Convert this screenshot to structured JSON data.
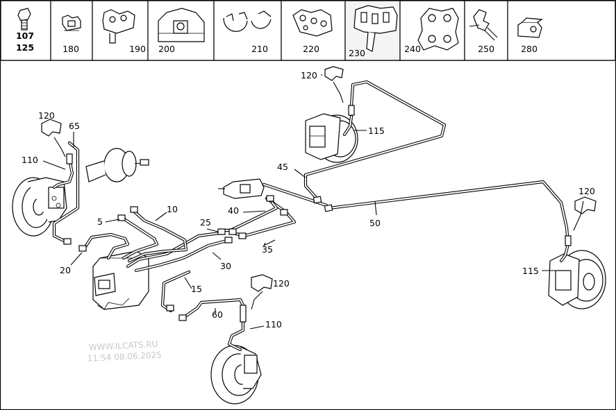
{
  "header": {
    "cells": [
      {
        "id": "c107",
        "labels": [
          "107",
          "125"
        ],
        "bold": true
      },
      {
        "id": "c180",
        "labels": [
          "180"
        ]
      },
      {
        "id": "c190",
        "labels": [
          "190"
        ]
      },
      {
        "id": "c200",
        "labels": [
          "200"
        ]
      },
      {
        "id": "c210",
        "labels": [
          "210"
        ]
      },
      {
        "id": "c220",
        "labels": [
          "220"
        ]
      },
      {
        "id": "c230",
        "labels": [
          "230"
        ],
        "active": true
      },
      {
        "id": "c240",
        "labels": [
          "240"
        ]
      },
      {
        "id": "c250",
        "labels": [
          "250"
        ]
      },
      {
        "id": "c280",
        "labels": [
          "280"
        ]
      }
    ]
  },
  "callouts": {
    "c120_top": "120",
    "c115_top": "115",
    "c120_left": "120",
    "c65": "65",
    "c110_left": "110",
    "c45": "45",
    "c120_right": "120",
    "c10": "10",
    "c40": "40",
    "c50": "50",
    "c5": "5",
    "c25": "25",
    "c35": "35",
    "c20": "20",
    "c30": "30",
    "c115_right": "115",
    "c15": "15",
    "c120_bottom": "120",
    "c60": "60",
    "c110_bottom": "110"
  },
  "watermark": {
    "site": "WWW.ILCATS.RU",
    "timestamp": "11:54 08.06.2025"
  }
}
